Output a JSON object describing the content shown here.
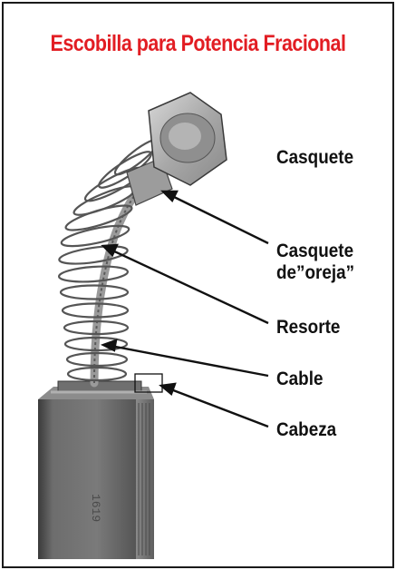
{
  "title": "Escobilla para Potencia Fracional",
  "labels": {
    "casquete": "Casquete",
    "casquete_oreja_line1": "Casquete",
    "casquete_oreja_line2": "de”oreja”",
    "resorte": "Resorte",
    "cable": "Cable",
    "cabeza": "Cabeza"
  },
  "colors": {
    "title": "#e21d23",
    "border": "#1a1a1a",
    "text": "#111111"
  }
}
